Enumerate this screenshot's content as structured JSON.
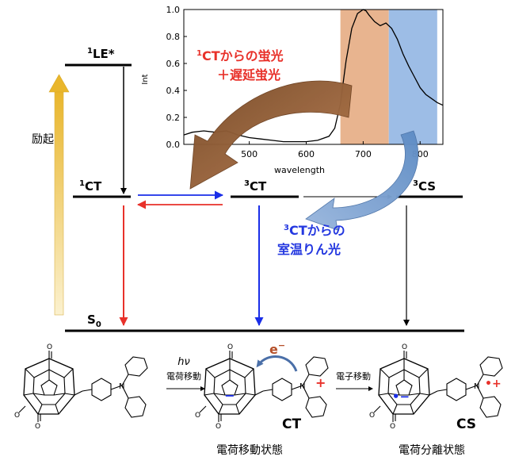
{
  "levels": {
    "le_sup": "1",
    "le_main": "LE*",
    "ct1_sup": "1",
    "ct1_main": "CT",
    "ct3_sup": "3",
    "ct3_main": "CT",
    "cs3_sup": "3",
    "cs3_main": "CS",
    "s0_main": "S",
    "s0_sub": "0"
  },
  "excitation_label": "励起",
  "annotations": {
    "fluor_sup": "1",
    "fluor_line1": "CTからの蛍光",
    "fluor_line2": "＋遅延蛍光",
    "phos_sup": "3",
    "phos_line1": "CTからの",
    "phos_line2": "室温りん光"
  },
  "inset_chart": {
    "ylabel": "Int",
    "xlabel": "wavelength",
    "x_ticks": [
      "500",
      "600",
      "700",
      "800"
    ],
    "y_ticks": [
      "0.0",
      "0.2",
      "0.4",
      "0.6",
      "0.8",
      "1.0"
    ]
  },
  "chart_data": {
    "type": "line",
    "xlabel": "wavelength",
    "ylabel": "Int",
    "xlim": [
      385,
      840
    ],
    "ylim": [
      0,
      1.0
    ],
    "grid": false,
    "x": [
      385,
      400,
      420,
      440,
      460,
      480,
      500,
      520,
      540,
      560,
      580,
      600,
      620,
      640,
      650,
      660,
      670,
      680,
      690,
      700,
      705,
      710,
      720,
      730,
      740,
      750,
      760,
      770,
      780,
      790,
      800,
      810,
      820,
      830,
      840
    ],
    "values": [
      0.07,
      0.09,
      0.1,
      0.09,
      0.1,
      0.07,
      0.05,
      0.04,
      0.03,
      0.02,
      0.02,
      0.02,
      0.03,
      0.06,
      0.12,
      0.3,
      0.62,
      0.86,
      0.97,
      1.0,
      0.99,
      0.96,
      0.91,
      0.88,
      0.9,
      0.86,
      0.78,
      0.67,
      0.58,
      0.5,
      0.42,
      0.37,
      0.34,
      0.31,
      0.29
    ],
    "highlight_bands": [
      {
        "from": 660,
        "to": 745,
        "color": "#e8b48f"
      },
      {
        "from": 745,
        "to": 830,
        "color": "#9dbde6"
      }
    ]
  },
  "molecules": {
    "step1_hv": "hν",
    "step1_label": "電荷移動",
    "step2_label": "電子移動",
    "electron": "e",
    "electron_sup": "−",
    "ct_tag": "CT",
    "cs_tag": "CS",
    "ct_state": "電荷移動状態",
    "cs_state": "電荷分離状態",
    "plus": "+",
    "minus": "−",
    "dot_plus": "•+",
    "dot_minus": "•−",
    "oxygen": "O",
    "nitrogen": "N"
  },
  "colors": {
    "red": "#e8312a",
    "blue": "#1a2ee8",
    "fluor_text": "#e8312a",
    "phos_text": "#2438e0",
    "brown_arrow": "#a0673c",
    "blue_arrow": "#7fa4d0",
    "excitation_arrow": "#f0c24a"
  }
}
